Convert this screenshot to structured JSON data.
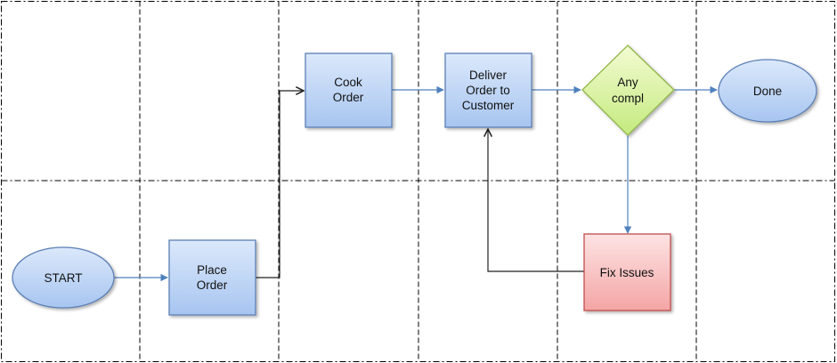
{
  "nodes": {
    "start": {
      "label": [
        "START"
      ],
      "shape": "ellipse"
    },
    "place_order": {
      "label": [
        "Place",
        "Order"
      ],
      "shape": "rectangle"
    },
    "cook_order": {
      "label": [
        "Cook",
        "Order"
      ],
      "shape": "rectangle"
    },
    "deliver_order": {
      "label": [
        "Deliver",
        "Order to",
        "Customer"
      ],
      "shape": "rectangle"
    },
    "any_compl": {
      "label": [
        "Any",
        "compl"
      ],
      "shape": "diamond"
    },
    "done": {
      "label": [
        "Done"
      ],
      "shape": "ellipse"
    },
    "fix_issues": {
      "label": [
        "Fix Issues"
      ],
      "shape": "rectangle"
    }
  },
  "edges": [
    {
      "from": "start",
      "to": "place_order"
    },
    {
      "from": "place_order",
      "to": "cook_order"
    },
    {
      "from": "cook_order",
      "to": "deliver_order"
    },
    {
      "from": "deliver_order",
      "to": "any_compl"
    },
    {
      "from": "any_compl",
      "to": "done"
    },
    {
      "from": "any_compl",
      "to": "fix_issues"
    },
    {
      "from": "fix_issues",
      "to": "deliver_order"
    }
  ],
  "swimlanes": {
    "rows": 2,
    "columns": 6
  },
  "colors": {
    "process_fill_top": "#dbe8fb",
    "process_fill_bottom": "#a7c5f0",
    "process_stroke": "#5b7fb5",
    "decision_fill_top": "#f3fbd2",
    "decision_fill_bottom": "#c4ea7e",
    "decision_stroke": "#93b54c",
    "issue_fill_top": "#fde3e3",
    "issue_fill_bottom": "#f4a5a5",
    "issue_stroke": "#c0504d",
    "connector": "#4f81bd",
    "connector_dark": "#222222",
    "grid": "#000000"
  }
}
